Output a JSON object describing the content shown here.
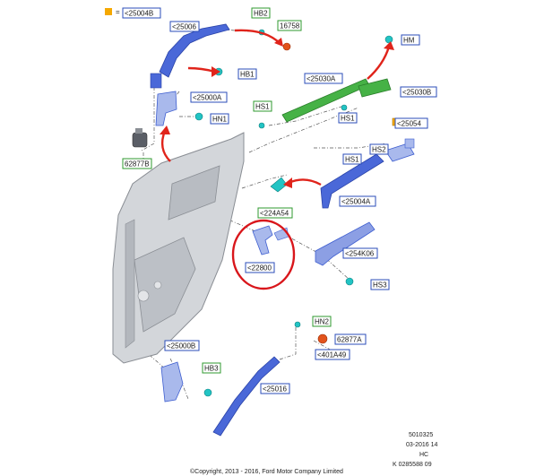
{
  "legend": {
    "marker_color": "#f5a800",
    "equals": "=",
    "code": "<25004B"
  },
  "labels": [
    {
      "id": "25004B",
      "text": "<25004B",
      "frame": "blue"
    },
    {
      "id": "HB2",
      "text": "HB2",
      "frame": "green"
    },
    {
      "id": "16758",
      "text": "16758",
      "frame": "green"
    },
    {
      "id": "25006",
      "text": "<25006",
      "frame": "blue"
    },
    {
      "id": "HM",
      "text": "HM",
      "frame": "blue"
    },
    {
      "id": "HB1",
      "text": "HB1",
      "frame": "blue"
    },
    {
      "id": "25030A",
      "text": "<25030A",
      "frame": "blue"
    },
    {
      "id": "25030B",
      "text": "<25030B",
      "frame": "blue"
    },
    {
      "id": "25000A",
      "text": "<25000A",
      "frame": "blue"
    },
    {
      "id": "HS1a",
      "text": "HS1",
      "frame": "green"
    },
    {
      "id": "HS1b",
      "text": "HS1",
      "frame": "blue"
    },
    {
      "id": "25054",
      "text": "<25054",
      "frame": "blue"
    },
    {
      "id": "HN1",
      "text": "HN1",
      "frame": "blue"
    },
    {
      "id": "HS2",
      "text": "HS2",
      "frame": "blue"
    },
    {
      "id": "HS1c",
      "text": "HS1",
      "frame": "blue"
    },
    {
      "id": "62877B",
      "text": "62877B",
      "frame": "green"
    },
    {
      "id": "25004A",
      "text": "<25004A",
      "frame": "blue"
    },
    {
      "id": "224A54",
      "text": "<224A54",
      "frame": "green"
    },
    {
      "id": "254K06",
      "text": "<254K06",
      "frame": "blue"
    },
    {
      "id": "22800",
      "text": "<22800",
      "frame": "blue"
    },
    {
      "id": "HS3",
      "text": "HS3",
      "frame": "blue"
    },
    {
      "id": "HN2",
      "text": "HN2",
      "frame": "green"
    },
    {
      "id": "62877A",
      "text": "62877A",
      "frame": "blue"
    },
    {
      "id": "401A49",
      "text": "<401A49",
      "frame": "blue"
    },
    {
      "id": "25000B",
      "text": "<25000B",
      "frame": "blue"
    },
    {
      "id": "HB3",
      "text": "HB3",
      "frame": "green"
    },
    {
      "id": "25016",
      "text": "<25016",
      "frame": "blue"
    }
  ],
  "footer": {
    "ref1": "5010325",
    "ref2": "03-2016 14",
    "ref3": "HC",
    "ref4": "K 0285588 09",
    "copyright": "©Copyright, 2013 - 2016, Ford Motor Company Limited"
  },
  "colors": {
    "part_blue": "#3f5fd0",
    "part_green": "#3aa63a",
    "fastener_cyan": "#22c4c4",
    "arrow_red": "#e0241b",
    "highlight_circle": "#d9161b",
    "door_grey": "#c9ccd0"
  }
}
